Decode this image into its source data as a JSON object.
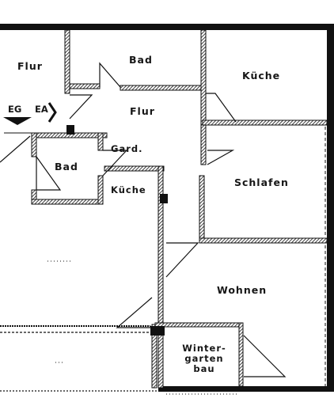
{
  "rooms": {
    "flur_left": "Flur",
    "bad_top": "Bad",
    "kueche_top": "Küche",
    "flur_center": "Flur",
    "gard": "Gard.",
    "bad_small": "Bad",
    "kueche_small": "Küche",
    "schlafen": "Schlafen",
    "wohnen": "Wohnen",
    "wintergarten_line1": "Winter-",
    "wintergarten_line2": "garten",
    "wintergarten_line3": "bau"
  },
  "entrance": {
    "eg_label": "EG",
    "ea_label": "EA"
  }
}
